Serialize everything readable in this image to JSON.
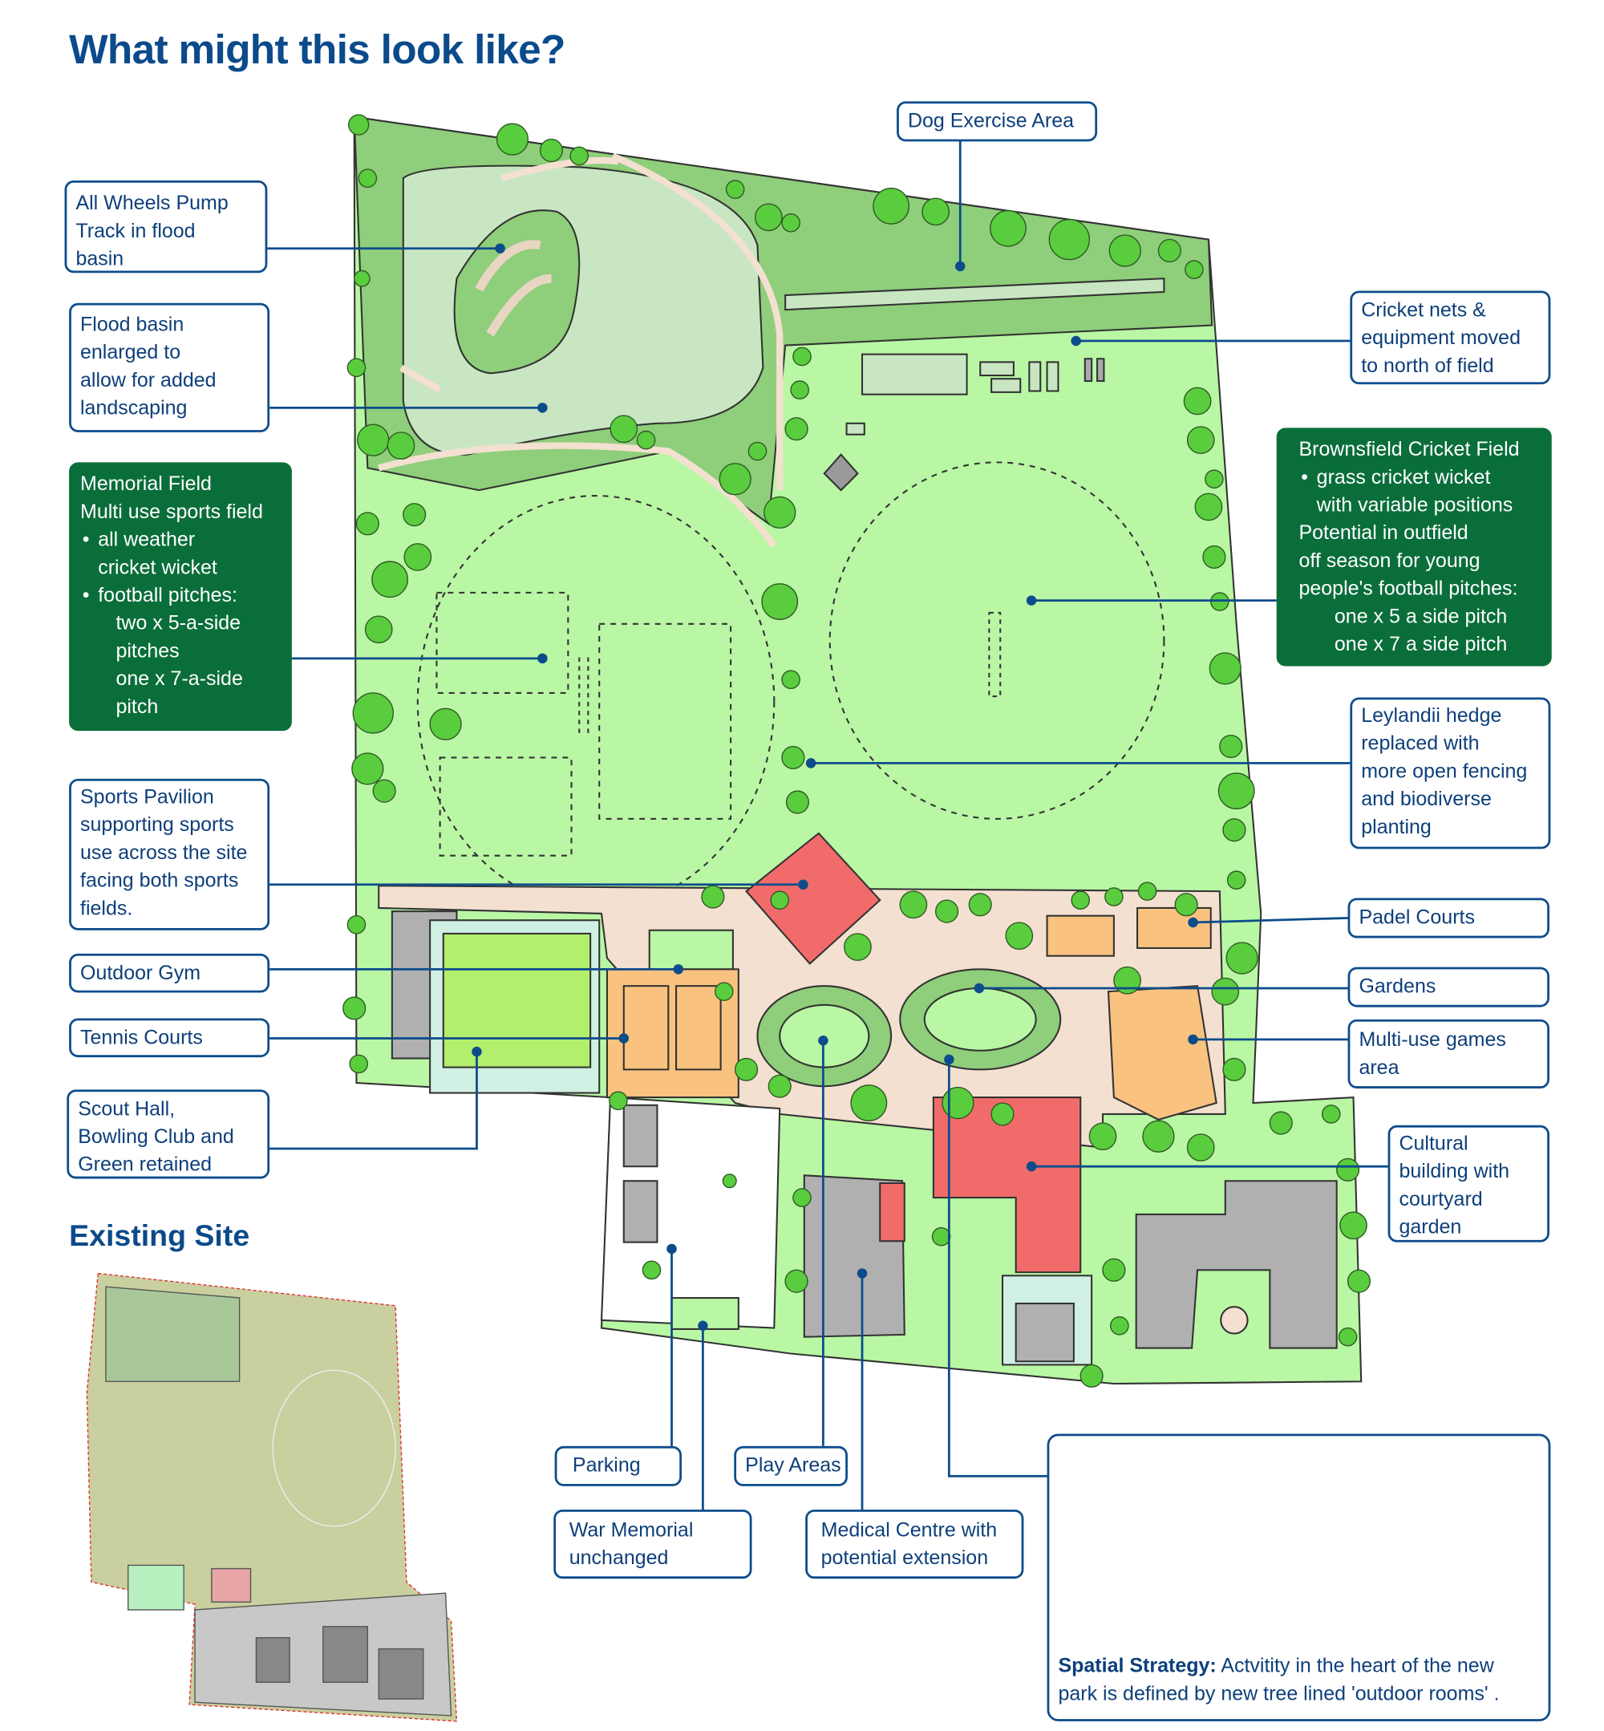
{
  "title": "What might this look like?",
  "existing_site_heading": "Existing Site",
  "callouts": {
    "dog": {
      "lines": [
        "Dog Exercise Area"
      ]
    },
    "pump": {
      "lines": [
        "All Wheels Pump",
        "Track in flood",
        "basin"
      ]
    },
    "flood": {
      "lines": [
        "Flood basin",
        "enlarged to",
        "allow for added",
        "landscaping"
      ]
    },
    "memorial": {
      "lines": [
        "Memorial Field",
        "Multi use sports field",
        "all weather",
        "cricket wicket",
        "football pitches:",
        "two x 5-a-side",
        "pitches",
        "one x 7-a-side",
        "pitch"
      ]
    },
    "pavilion": {
      "lines": [
        "Sports Pavilion",
        "supporting sports",
        "use across the site",
        "facing both sports",
        "fields."
      ]
    },
    "gym": {
      "lines": [
        "Outdoor Gym"
      ]
    },
    "tennis": {
      "lines": [
        "Tennis Courts"
      ]
    },
    "scout": {
      "lines": [
        "Scout Hall,",
        "Bowling Club and",
        "Green retained"
      ]
    },
    "nets": {
      "lines": [
        "Cricket nets &",
        "equipment moved",
        "to north of field"
      ]
    },
    "brownsfield": {
      "lines": [
        "Brownsfield Cricket Field",
        "grass cricket wicket",
        "with variable positions",
        "Potential in outfield",
        "off season for young",
        "people's football pitches:",
        "one x 5 a side pitch",
        "one x 7 a side pitch"
      ]
    },
    "leylandii": {
      "lines": [
        "Leylandii hedge",
        "replaced with",
        "more open fencing",
        "and biodiverse",
        "planting"
      ]
    },
    "padel": {
      "lines": [
        "Padel Courts"
      ]
    },
    "gardens": {
      "lines": [
        "Gardens"
      ]
    },
    "muga": {
      "lines": [
        "Multi-use games",
        "area"
      ]
    },
    "cultural": {
      "lines": [
        "Cultural",
        "building with",
        "courtyard",
        "garden"
      ]
    },
    "parking": {
      "lines": [
        "Parking"
      ]
    },
    "play": {
      "lines": [
        "Play Areas"
      ]
    },
    "war": {
      "lines": [
        "War Memorial",
        "unchanged"
      ]
    },
    "medical": {
      "lines": [
        "Medical Centre with",
        "potential extension"
      ]
    }
  },
  "spatial_strategy": {
    "label": "Spatial Strategy:",
    "text_line1": " Actvitity in the heart of the new",
    "text_line2": "park is defined by new tree lined 'outdoor rooms' ."
  },
  "colors": {
    "brand_blue": "#0b4a8b",
    "dark_green": "#0a6e3a",
    "field_green": "#b9f7a4",
    "pavilion_red": "#f26b6b",
    "court_orange": "#f9c27f"
  }
}
